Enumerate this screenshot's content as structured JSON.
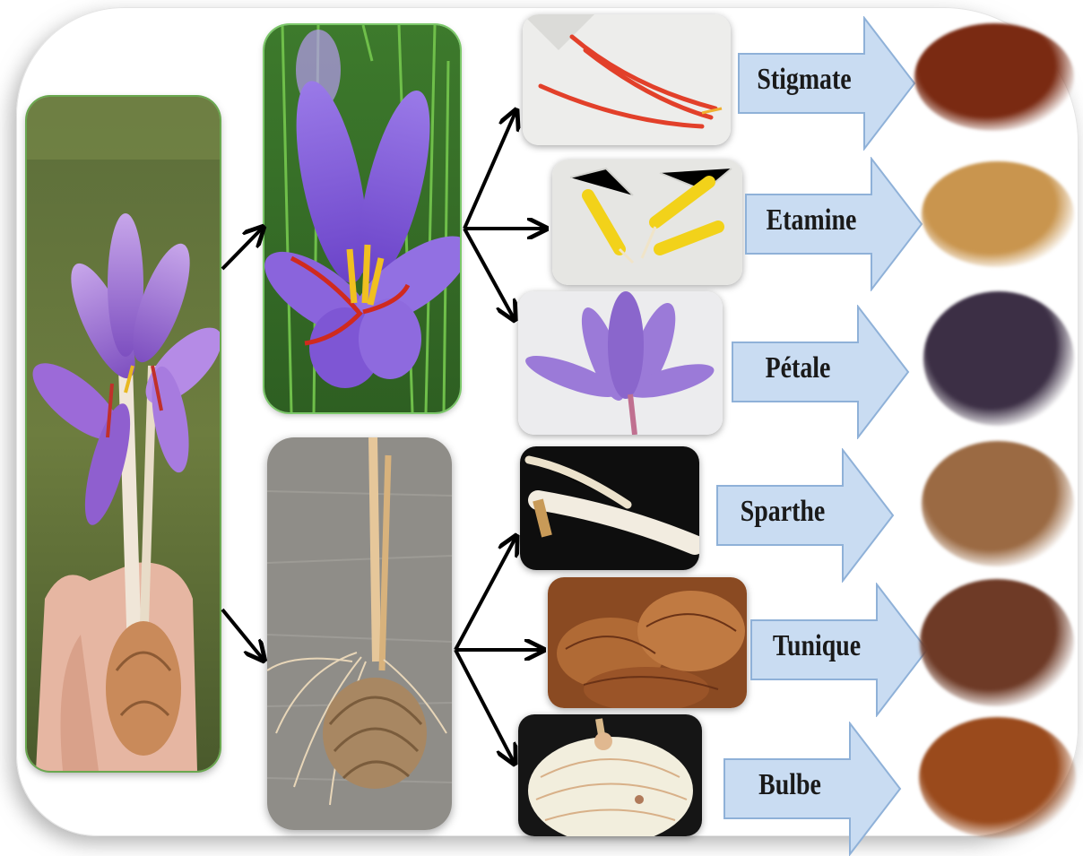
{
  "labels": {
    "stigmate": "Stigmate",
    "etamine": "Etamine",
    "petale": "Pétale",
    "sparthe": "Sparthe",
    "tunique": "Tunique",
    "bulbe": "Bulbe"
  },
  "colors": {
    "arrow_fill": "#c9dcf2",
    "arrow_stroke": "#8fb1d8",
    "connector": "#000000",
    "powder_stigmate": "#7a2a12",
    "powder_etamine": "#c9954e",
    "powder_petale": "#3c2f45",
    "powder_sparthe": "#9b6a43",
    "powder_tunique": "#6e3a26",
    "powder_bulbe": "#9a4a1c"
  }
}
